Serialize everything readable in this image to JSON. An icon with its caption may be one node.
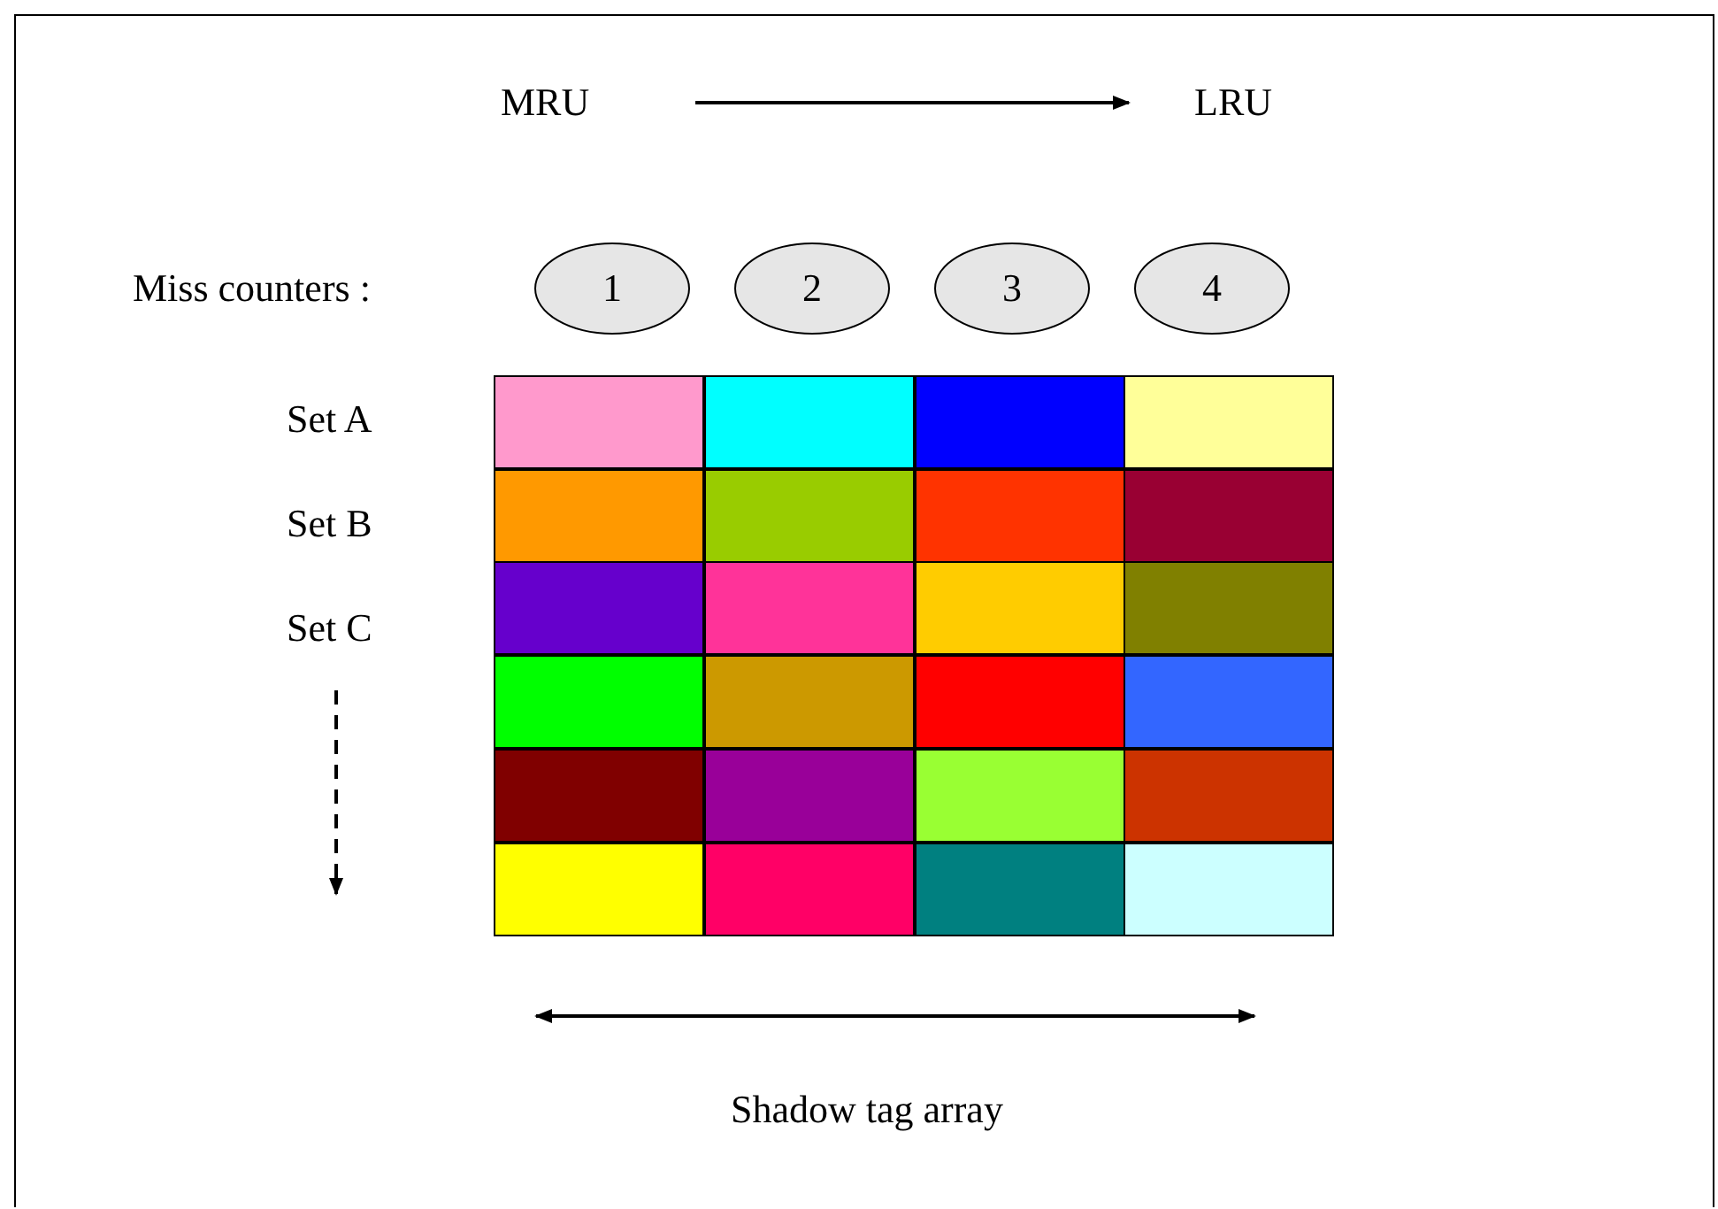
{
  "diagram": {
    "nodes": [
      {
        "text": [
          "1"
        ]
      },
      {
        "text": [
          "2"
        ]
      },
      {
        "text": [
          "3"
        ]
      },
      {
        "text": [
          "4"
        ]
      },
      {
        "text": [],
        "shape": "box"
      },
      {
        "text": [],
        "shape": "box"
      },
      {
        "text": [],
        "shape": "box"
      },
      {
        "text": [],
        "shape": "box"
      },
      {
        "text": [],
        "shape": "box"
      },
      {
        "text": [],
        "shape": "box"
      },
      {
        "text": [],
        "shape": "box"
      },
      {
        "text": [],
        "shape": "box"
      },
      {
        "text": [],
        "shape": "box"
      },
      {
        "text": [],
        "shape": "box"
      },
      {
        "text": [],
        "shape": "box"
      },
      {
        "text": [],
        "shape": "box"
      },
      {
        "text": [],
        "shape": "box"
      },
      {
        "text": [],
        "shape": "box"
      },
      {
        "text": [],
        "shape": "box"
      },
      {
        "text": [],
        "shape": "box"
      },
      {
        "text": [],
        "shape": "box"
      },
      {
        "text": [],
        "shape": "box"
      },
      {
        "text": [],
        "shape": "box"
      },
      {
        "text": [],
        "shape": "box"
      },
      {
        "text": [],
        "shape": "box"
      },
      {
        "text": [],
        "shape": "box"
      },
      {
        "text": [],
        "shape": "box"
      },
      {
        "text": [],
        "shape": "box"
      }
    ],
    "labels": [
      "MRU",
      "LRU",
      "Miss counters :",
      "Set A",
      "Set B",
      "Set C",
      "Shadow tag array"
    ]
  }
}
